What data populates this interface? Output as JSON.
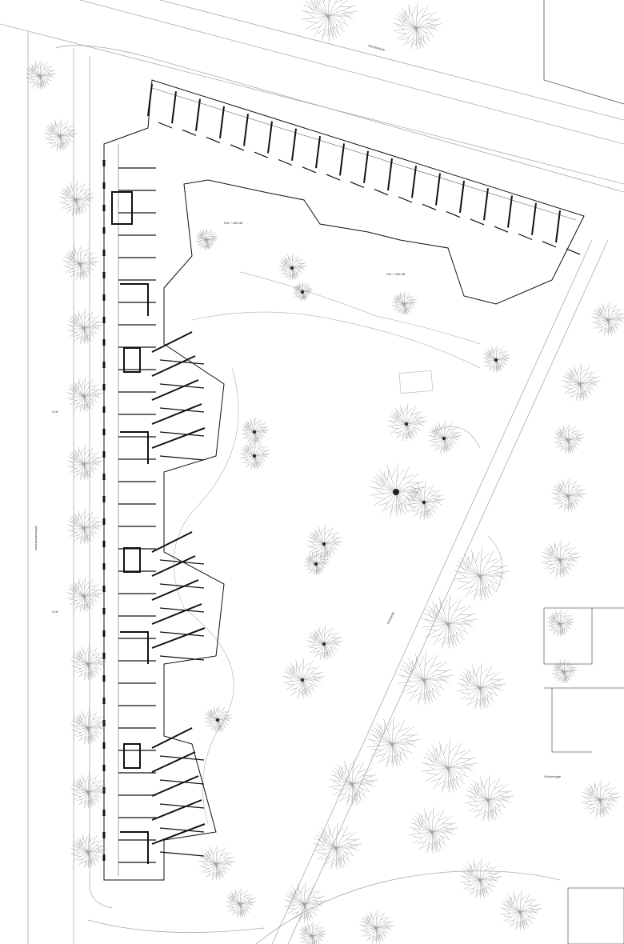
{
  "title": "Site plan – residential block ground floor",
  "labels": {
    "courtyard_west": "Hof + 406.38",
    "courtyard_east": "Hof + 406.38",
    "street_north": "Nordstrasse",
    "street_west": "Wehntalerstrasse",
    "path_east": "Fussweg",
    "street_southeast": "Schönlegge",
    "level_mark_1": "0.00",
    "level_mark_2": "0.00"
  },
  "colors": {
    "line": "#999999",
    "wall": "#111111",
    "tree": "#8a8a8a"
  }
}
